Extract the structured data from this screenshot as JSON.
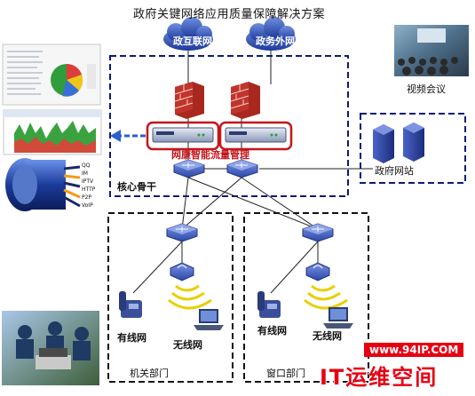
{
  "title": "政府关键网络应用质量保障解决方案",
  "clouds": {
    "internet": "政互联网",
    "extranet": "政务外网"
  },
  "traffic_mgmt_label": "网康智能流量管理",
  "core_label": "核心骨干",
  "gov_site_label": "政府网站",
  "video_label": "视频会议",
  "left_dept": {
    "wired": "有线网",
    "wireless": "无线网",
    "name": "机关部门"
  },
  "right_dept": {
    "wired": "有线网",
    "wireless": "无线网",
    "name": "窗口部门"
  },
  "cable_labels": [
    "QQ",
    "IM",
    "IPTV",
    "HTTP",
    "P2P",
    "VoIP"
  ],
  "watermark": {
    "url": "www.94IP.COM",
    "brand": "IT运维空间"
  },
  "colors": {
    "box_border": "#0a1a7a",
    "dept_border": "#111111",
    "cloud": "#2b4fb8",
    "firewall": "#c0342c",
    "highlight": "#c4161c",
    "router": "#3f5fc4"
  }
}
